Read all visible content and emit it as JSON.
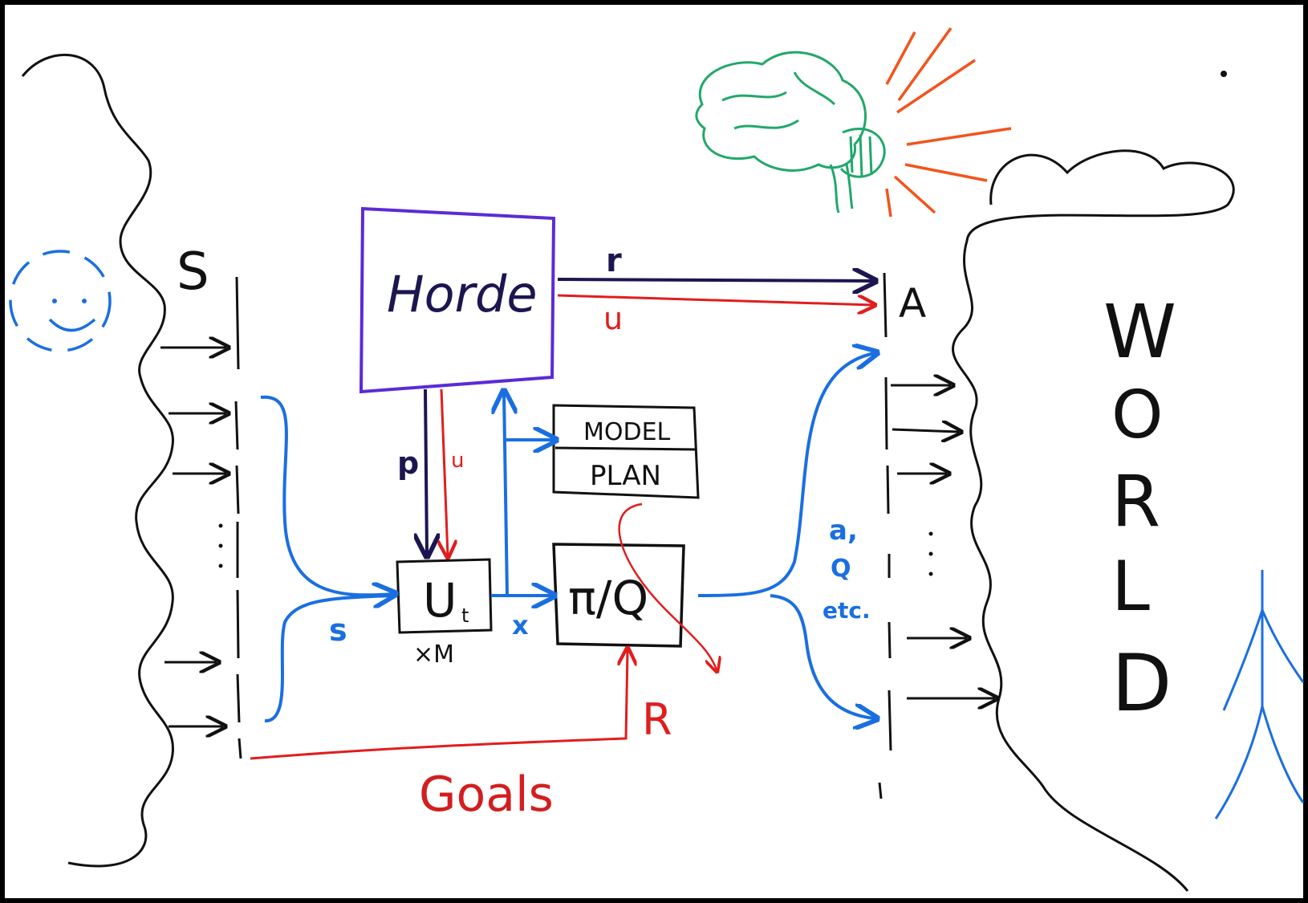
{
  "labels": {
    "s_left": "S",
    "a_right": "A",
    "horde": "Horde",
    "r_top": "r",
    "u_top": "u",
    "p_down": "p",
    "u_down": "u",
    "model": "MODEL",
    "plan": "PLAN",
    "u_t": "U",
    "u_t_sub": "t",
    "xm": "×M",
    "s_small": "s",
    "x_small": "x",
    "pi_q": "π/Q",
    "a_q_etc_1": "a,",
    "a_q_etc_2": "Q",
    "a_q_etc_3": "etc.",
    "r_big": "R",
    "goals": "Goals",
    "world": [
      "W",
      "O",
      "R",
      "L",
      "D"
    ]
  },
  "colors": {
    "board": "#ffffff",
    "frame": "#000000",
    "ink_black": "#111111",
    "ink_blue": "#1a6fe0",
    "ink_red": "#e11d1d",
    "ink_purple": "#5b2bd6",
    "ink_navy": "#1c1650",
    "ink_green": "#21a86a",
    "ink_orange": "#f2541b",
    "goals_text": "#d11f1f"
  }
}
